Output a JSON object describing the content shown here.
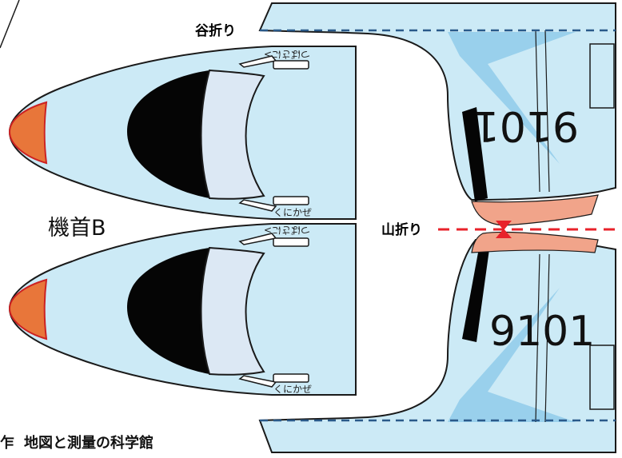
{
  "labels": {
    "valley_fold": "谷折り",
    "mountain_fold": "山折り",
    "nose_b": "機首B",
    "footer_mark": "乍",
    "footer_org": "地図と測量の科学館"
  },
  "nose_panels": {
    "top_kana": "つばさに>",
    "bottom_kana": "くにかぜ"
  },
  "car_numbers": {
    "upper_rotated": "9101",
    "lower": "9101"
  },
  "colors": {
    "body_fill": "#cceaf6",
    "outline": "#1a1a1a",
    "nose_tip": "#e8763a",
    "nose_tip_edge": "#cc2222",
    "window_black": "#050505",
    "window_light": "#dce8f4",
    "stripe": "#8fcbea",
    "salmon": "#f1a48a",
    "mountain_fold_red": "#e8222a",
    "valley_fold_blue": "#2a5a8a"
  }
}
